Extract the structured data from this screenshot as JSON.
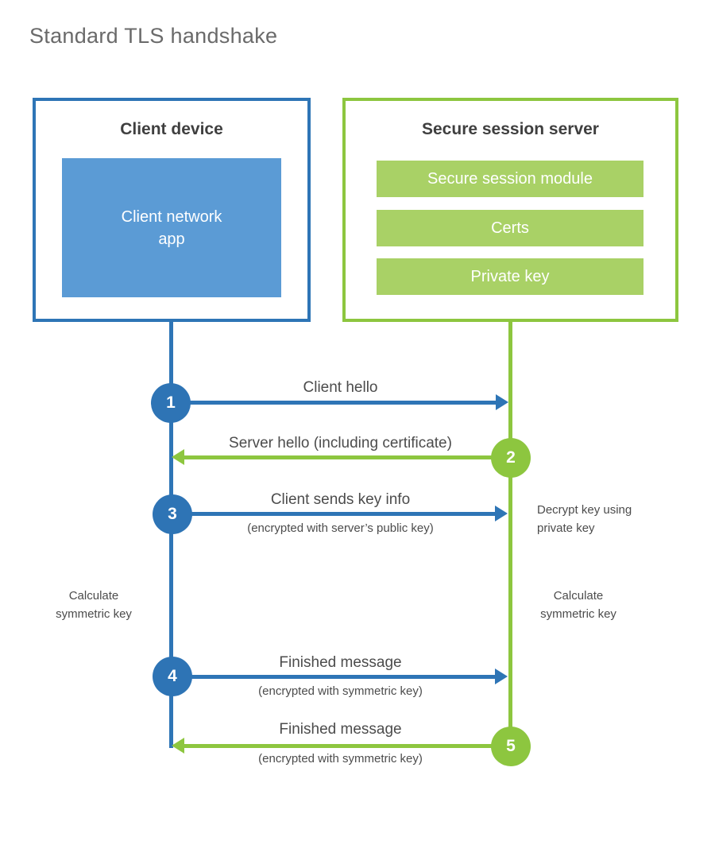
{
  "title": "Standard TLS handshake",
  "colors": {
    "client_blue_border": "#2e75b6",
    "client_blue_fill": "#5b9bd5",
    "server_green_border": "#8dc63f",
    "server_green_fill": "#a9d166",
    "heading_text": "#3f3f3f",
    "label_text": "#4c4c4c"
  },
  "client": {
    "title": "Client device",
    "app_label": "Client network\napp"
  },
  "server": {
    "title": "Secure session server",
    "modules": [
      "Secure session module",
      "Certs",
      "Private key"
    ]
  },
  "steps": [
    {
      "num": "1",
      "label": "Client hello",
      "sub": "",
      "direction": "right",
      "from": "client",
      "to": "server"
    },
    {
      "num": "2",
      "label": "Server hello (including certificate)",
      "sub": "",
      "direction": "left",
      "from": "server",
      "to": "client"
    },
    {
      "num": "3",
      "label": "Client sends key info",
      "sub": "(encrypted with server’s public key)",
      "direction": "right",
      "from": "client",
      "to": "server"
    },
    {
      "num": "4",
      "label": "Finished message",
      "sub": "(encrypted with symmetric key)",
      "direction": "right",
      "from": "client",
      "to": "server"
    },
    {
      "num": "5",
      "label": "Finished message",
      "sub": "(encrypted with symmetric key)",
      "direction": "left",
      "from": "server",
      "to": "client"
    }
  ],
  "notes": {
    "decrypt": "Decrypt key using\nprivate key",
    "calc_left": "Calculate\nsymmetric key",
    "calc_right": "Calculate\nsymmetric key"
  }
}
